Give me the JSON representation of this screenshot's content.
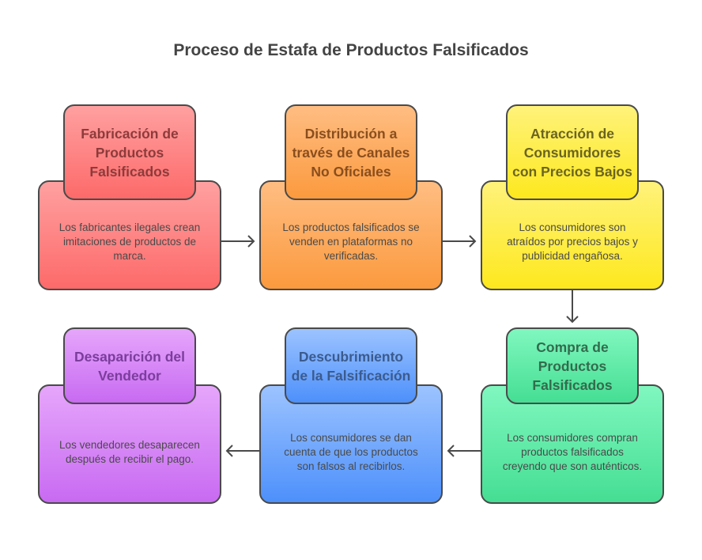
{
  "title": "Proceso de Estafa de Productos Falsificados",
  "steps": [
    {
      "title": "Fabricación de Productos Falsificados",
      "text": "Los fabricantes ilegales crean imitaciones de productos de marca.",
      "color": "#fd6a6a"
    },
    {
      "title": "Distribución a través de Canales No Oficiales",
      "text": "Los productos falsificados se venden en plataformas no verificadas.",
      "color": "#fb9a3e"
    },
    {
      "title": "Atracción de Consumidores con Precios Bajos",
      "text": "Los consumidores son atraídos por precios bajos y publicidad engañosa.",
      "color": "#fde81e"
    },
    {
      "title": "Compra de Productos Falsificados",
      "text": "Los consumidores compran productos falsificados creyendo que son auténticos.",
      "color": "#45de93"
    },
    {
      "title": "Descubrimiento de la Falsificación",
      "text": "Los consumidores se dan cuenta de que los productos son falsos al recibirlos.",
      "color": "#4d90fb"
    },
    {
      "title": "Desaparición del Vendedor",
      "text": "Los vendedores desaparecen después de recibir el pago.",
      "color": "#c86af2"
    }
  ]
}
